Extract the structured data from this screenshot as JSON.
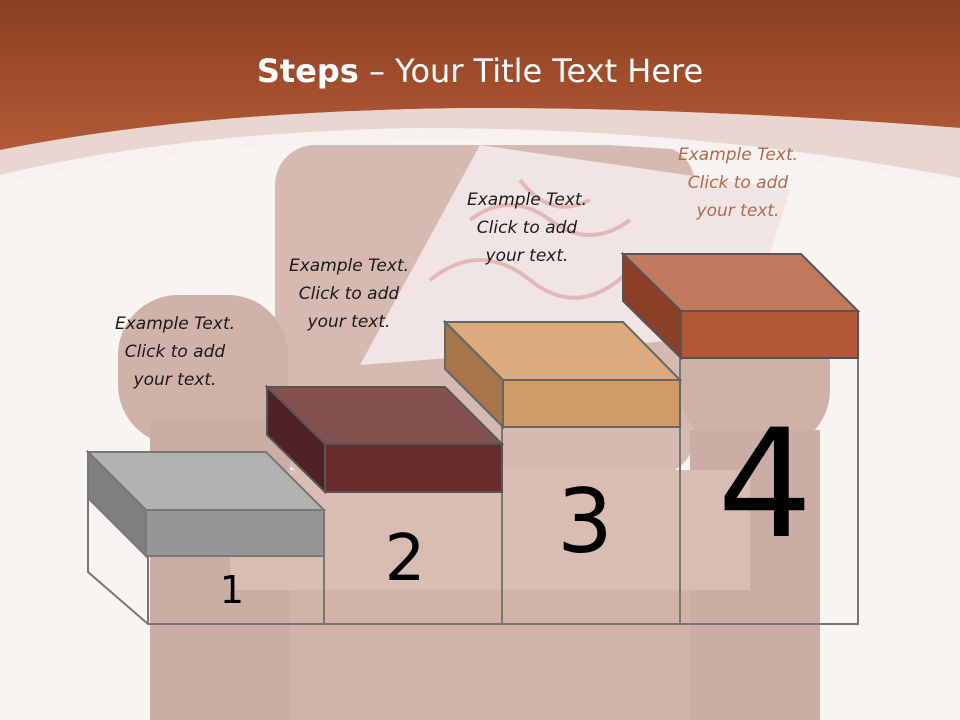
{
  "slide": {
    "title_bold": "Steps",
    "title_rest": " – Your Title Text Here"
  },
  "steps": [
    {
      "number": "1",
      "text_line1": "Example Text.",
      "text_line2": "Click  to add",
      "text_line3": "your text.",
      "color": "#a6a6a6"
    },
    {
      "number": "2",
      "text_line1": "Example Text.",
      "text_line2": "Click  to add",
      "text_line3": "your text.",
      "color": "#6b2e30"
    },
    {
      "number": "3",
      "text_line1": "Example Text.",
      "text_line2": "Click  to add",
      "text_line3": "your text.",
      "color": "#d29c69"
    },
    {
      "number": "4",
      "text_line1": "Example Text.",
      "text_line2": "Click  to add",
      "text_line3": "your text.",
      "color": "#b5583a"
    }
  ],
  "colors": {
    "header": "#a8512c",
    "background": "#f8f4f2"
  }
}
